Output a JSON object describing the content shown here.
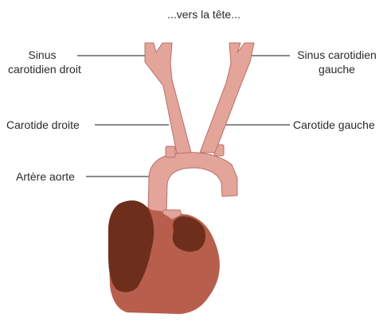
{
  "diagram": {
    "top_caption": "...vers la tête...",
    "labels": {
      "sinus_right": [
        "Sinus",
        "carotidien droit"
      ],
      "sinus_left": [
        "Sinus carotidien",
        "gauche"
      ],
      "carotid_right": "Carotide droite",
      "carotid_left": "Carotide gauche",
      "aorta": "Artère aorte"
    }
  },
  "colors": {
    "vessel": "#e3a49a",
    "vessel_stroke": "#b97068",
    "heart": "#b85e4d",
    "heart_dark": "#6e2e1c",
    "leader_line": "#444444"
  }
}
